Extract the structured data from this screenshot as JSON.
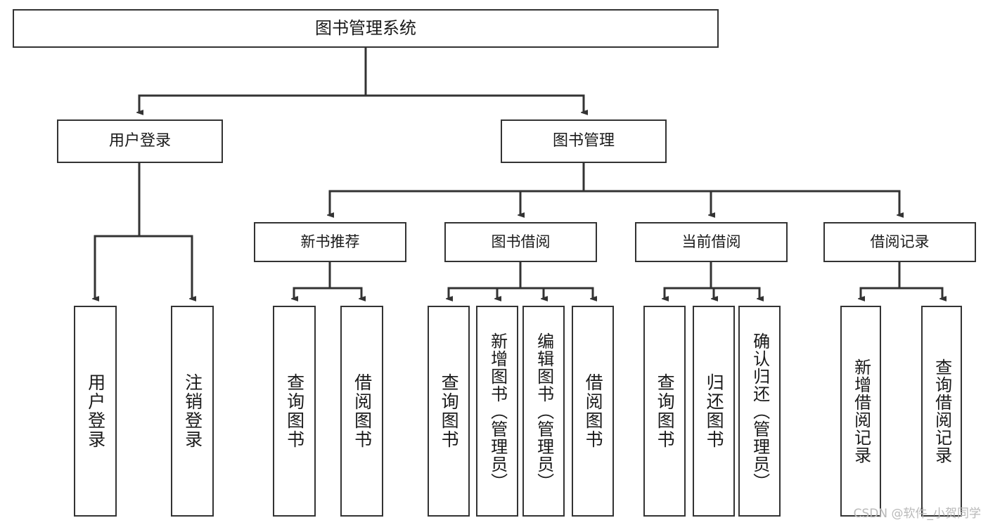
{
  "diagram": {
    "type": "tree-hierarchy-diagram",
    "title": "图书管理系统",
    "orientation": "top-down",
    "line_color": "#333333",
    "box_fill": "#ffffff",
    "box_border": "#333333",
    "watermark": "CSDN @软件_小贺同学",
    "nodes": {
      "root": {
        "label": "图书管理系统",
        "level": 0
      },
      "l1": [
        {
          "id": "user-login",
          "label": "用户登录",
          "level": 1
        },
        {
          "id": "book-manage",
          "label": "图书管理",
          "level": 1
        }
      ],
      "l2": [
        {
          "id": "new-book-recommend",
          "label": "新书推荐",
          "level": 2,
          "parent": "book-manage"
        },
        {
          "id": "book-borrow",
          "label": "图书借阅",
          "level": 2,
          "parent": "book-manage"
        },
        {
          "id": "current-borrow",
          "label": "当前借阅",
          "level": 2,
          "parent": "book-manage"
        },
        {
          "id": "borrow-record",
          "label": "借阅记录",
          "level": 2,
          "parent": "book-manage"
        }
      ],
      "leaves": [
        {
          "id": "leaf-user-login",
          "label": "用户登录",
          "parent": "user-login"
        },
        {
          "id": "leaf-logout-login",
          "label": "注销登录",
          "parent": "user-login"
        },
        {
          "id": "leaf-query-book-1",
          "label": "查询图书",
          "parent": "new-book-recommend"
        },
        {
          "id": "leaf-borrow-book-1",
          "label": "借阅图书",
          "parent": "new-book-recommend"
        },
        {
          "id": "leaf-query-book-2",
          "label": "查询图书",
          "parent": "book-borrow"
        },
        {
          "id": "leaf-add-book",
          "label": "新增图书（管理员）",
          "parent": "book-borrow"
        },
        {
          "id": "leaf-edit-book",
          "label": "编辑图书（管理员）",
          "parent": "book-borrow"
        },
        {
          "id": "leaf-borrow-book-2",
          "label": "借阅图书",
          "parent": "book-borrow"
        },
        {
          "id": "leaf-query-book-3",
          "label": "查询图书",
          "parent": "current-borrow"
        },
        {
          "id": "leaf-return-book",
          "label": "归还图书",
          "parent": "current-borrow"
        },
        {
          "id": "leaf-confirm-return",
          "label": "确认归还（管理员）",
          "parent": "current-borrow"
        },
        {
          "id": "leaf-add-record",
          "label": "新增借阅记录",
          "parent": "borrow-record"
        },
        {
          "id": "leaf-query-record",
          "label": "查询借阅记录",
          "parent": "borrow-record"
        }
      ]
    }
  }
}
